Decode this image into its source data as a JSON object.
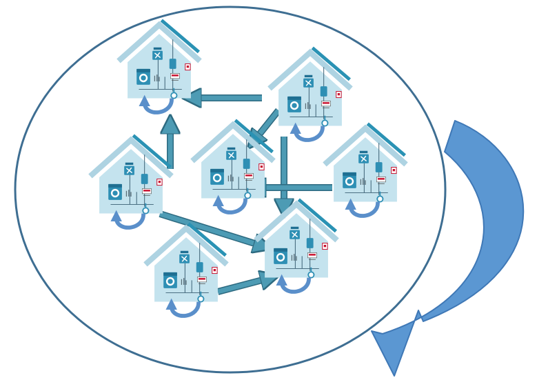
{
  "diagram": {
    "colors": {
      "ellipse_stroke": "#3e6e92",
      "roof_light": "#aed3e2",
      "roof_dark": "#2a92b4",
      "house_body": "#c4e3ee",
      "appliance": "#2e8fb4",
      "appliance_dark": "#1f6f92",
      "arrow_fill": "#4d9bb4",
      "arrow_stroke": "#2d6a80",
      "cycle_arrow": "#5b97d2",
      "cycle_arrow_stroke": "#3f78b6",
      "loop_arrow": "#5a8fca",
      "badge_red": "#c8102e"
    },
    "houses": [
      {
        "id": "house-1"
      },
      {
        "id": "house-2"
      },
      {
        "id": "house-3"
      },
      {
        "id": "house-4"
      },
      {
        "id": "house-5"
      },
      {
        "id": "house-6"
      },
      {
        "id": "house-7"
      }
    ],
    "connections": [
      {
        "from": "house-2",
        "to": "house-1"
      },
      {
        "from": "house-2",
        "to": "house-4"
      },
      {
        "from": "house-2",
        "to": "house-6"
      },
      {
        "from": "house-3",
        "to": "house-1"
      },
      {
        "from": "house-5",
        "to": "house-4"
      },
      {
        "from": "house-3",
        "to": "house-6"
      },
      {
        "from": "house-7",
        "to": "house-6"
      }
    ],
    "icons": {
      "house": "smart-home-icon",
      "washer": "washing-machine-icon",
      "fan": "fan-icon",
      "battery": "battery-icon",
      "meter": "smart-meter-icon",
      "loop": "circular-arrow-icon",
      "cycle": "curved-arrow-icon"
    }
  }
}
